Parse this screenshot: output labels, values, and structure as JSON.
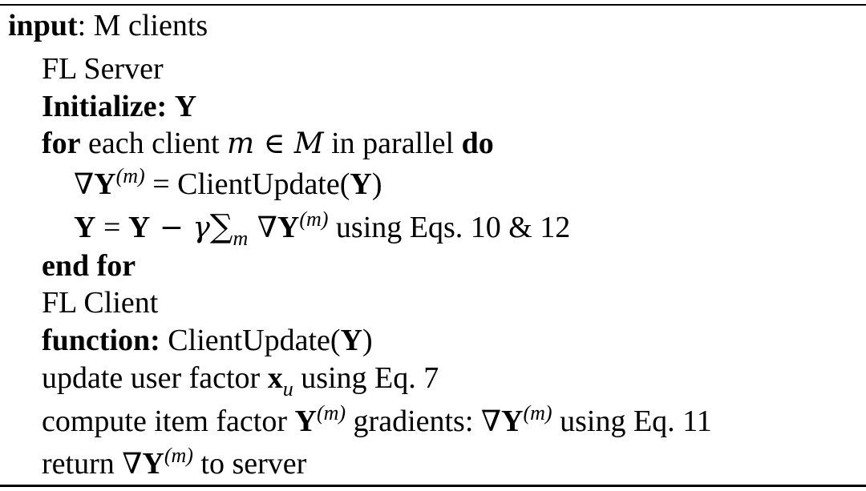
{
  "algorithm": {
    "input_keyword": "input",
    "input_text": ": M clients",
    "server_label": "FL Server",
    "initialize_keyword": "Initialize:",
    "initialize_var": "Y",
    "for_keyword": "for",
    "for_text_1": " each client ",
    "for_m": "m",
    "for_in": " ∈ ",
    "for_M": "M",
    "for_text_2": " in parallel ",
    "do_keyword": "do",
    "grad_nabla": "∇",
    "grad_Y": "Y",
    "grad_sup": "(m)",
    "grad_eq": " = ClientUpdate(",
    "grad_arg": "Y",
    "grad_close": ")",
    "upd_Y1": "Y",
    "upd_eq": " = ",
    "upd_Y2": "Y",
    "upd_minus": " − ",
    "upd_gamma": "γ",
    "upd_sum": "∑",
    "upd_sum_sub": "m",
    "upd_nabla": " ∇",
    "upd_Y3": "Y",
    "upd_sup": "(m)",
    "upd_tail": " using Eqs. 10 & 12",
    "end_for": "end for",
    "client_label": "FL Client",
    "function_keyword": "function:",
    "function_text": " ClientUpdate(",
    "function_arg": "Y",
    "function_close": ")",
    "update_text": "update user factor ",
    "update_x": "x",
    "update_sub": "u",
    "update_tail": " using Eq. 7",
    "compute_text": "compute item factor ",
    "compute_Y": "Y",
    "compute_sup": "(m)",
    "compute_mid": " gradients: ",
    "compute_nabla": "∇",
    "compute_Y2": "Y",
    "compute_sup2": "(m)",
    "compute_tail": " using Eq. 11",
    "return_text": "return ",
    "return_nabla": "∇",
    "return_Y": "Y",
    "return_sup": "(m)",
    "return_tail": " to server"
  }
}
